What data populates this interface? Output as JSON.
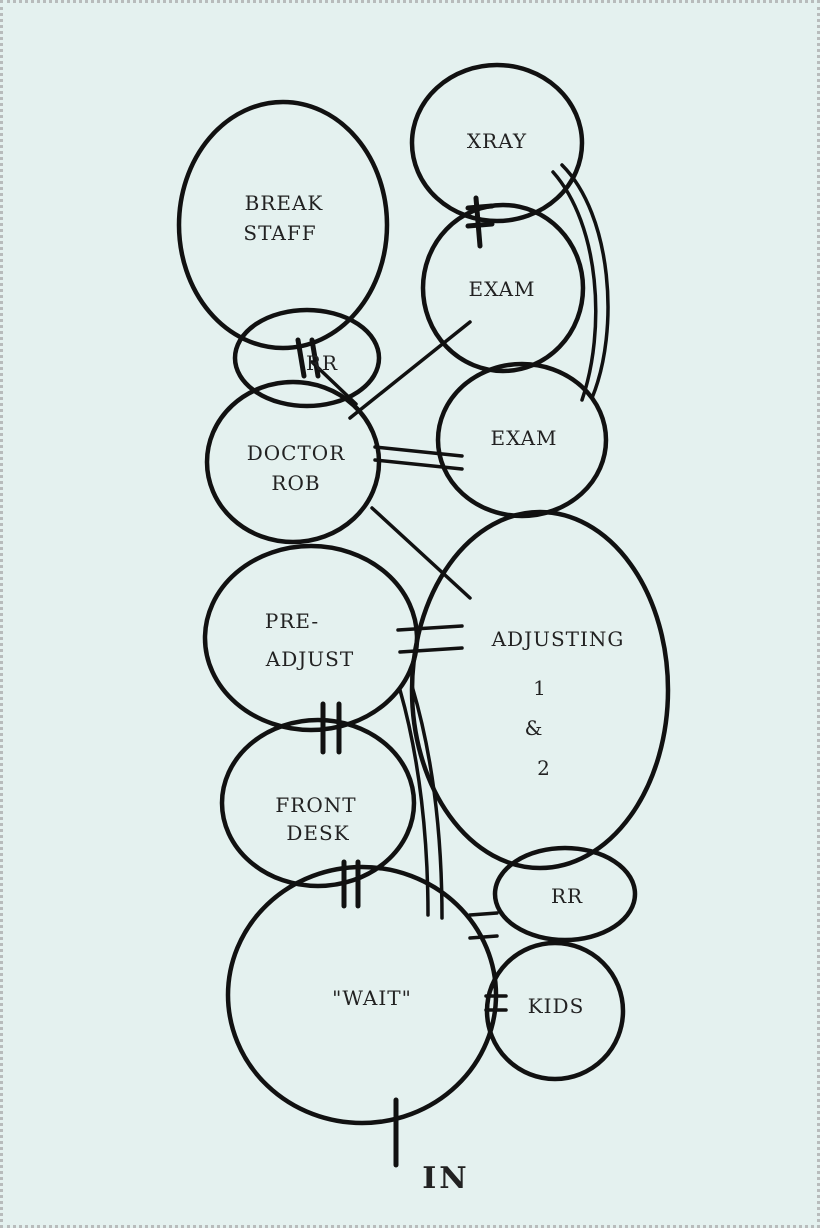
{
  "diagram": {
    "rooms": {
      "xray": "XRAY",
      "exam_top": "EXAM",
      "exam_mid": "EXAM",
      "break_staff": [
        "BREAK",
        "STAFF"
      ],
      "rr_upper": "RR",
      "doctor_rob": [
        "DOCTOR",
        "ROB"
      ],
      "pre_adjust": [
        "PRE-",
        "ADJUST"
      ],
      "adjusting": [
        "ADJUSTING",
        "1",
        "&",
        "2"
      ],
      "front_desk": [
        "FRONT",
        "DESK"
      ],
      "rr_lower": "RR",
      "wait": "\"WAIT\"",
      "kids": "KIDS"
    },
    "entrance_label": "IN",
    "colors": {
      "background": "#e4f1ef",
      "ink": "#111111",
      "frame": "#b8bcbc"
    }
  }
}
